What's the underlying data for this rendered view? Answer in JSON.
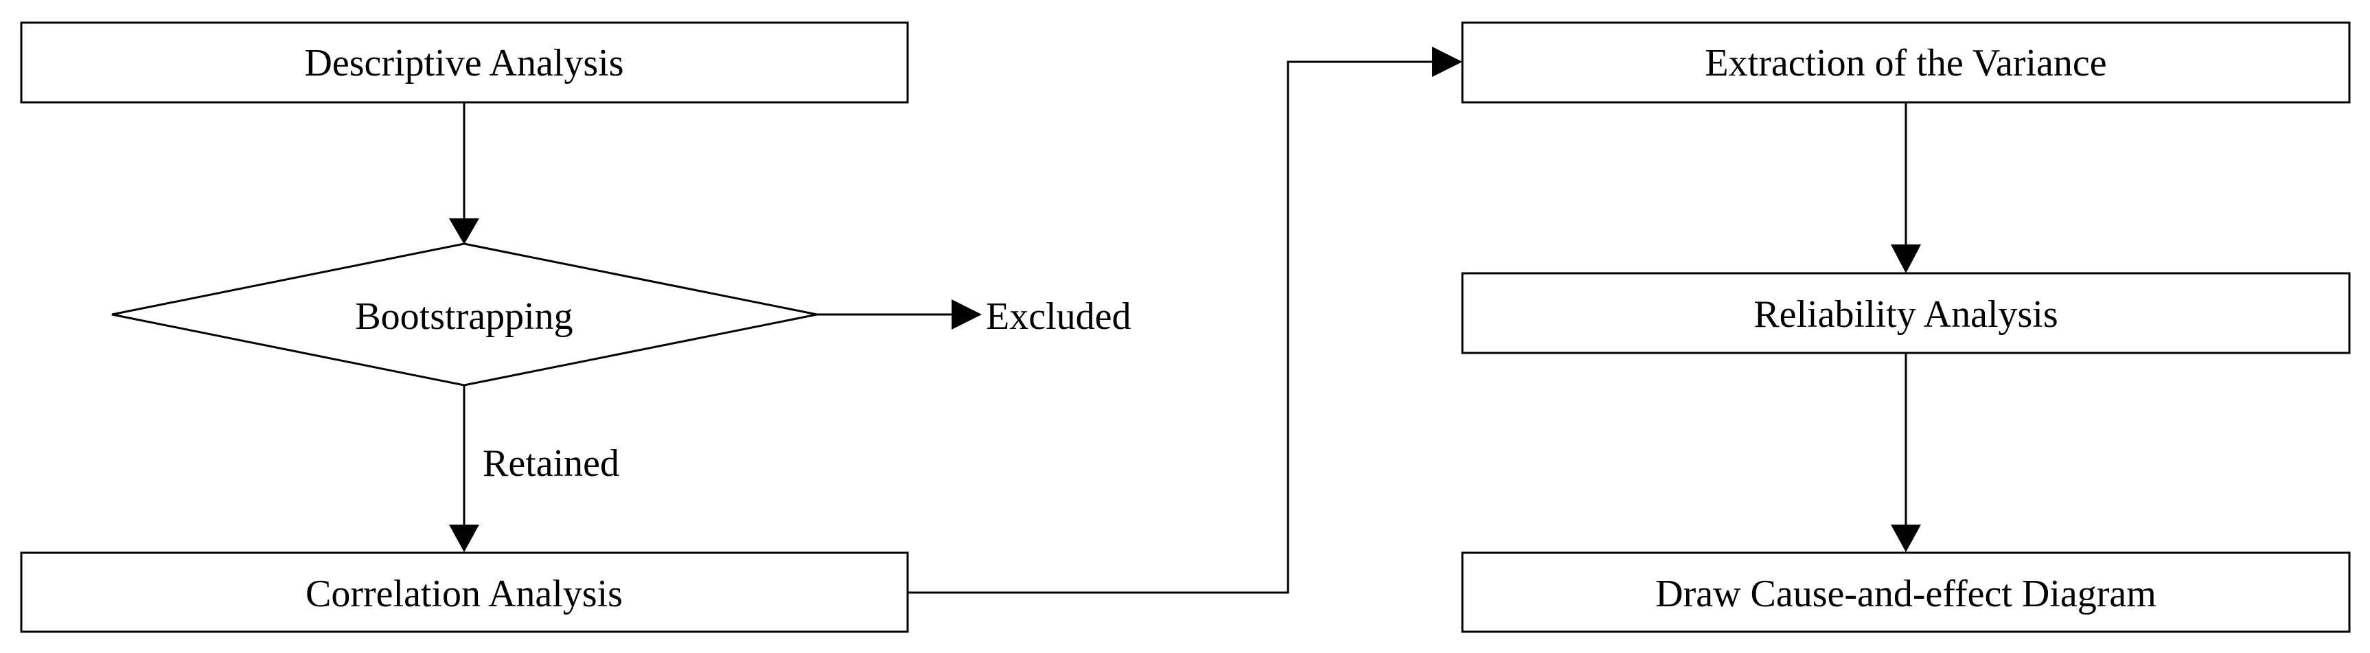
{
  "nodes": {
    "descriptive": "Descriptive Analysis",
    "bootstrapping": "Bootstrapping",
    "excluded": "Excluded",
    "retained": "Retained",
    "correlation": "Correlation Analysis",
    "extraction": "Extraction of the Variance",
    "reliability": "Reliability Analysis",
    "diagram": "Draw Cause-and-effect Diagram"
  },
  "colors": {
    "stroke": "#000000",
    "fill": "#ffffff",
    "text": "#000000"
  }
}
